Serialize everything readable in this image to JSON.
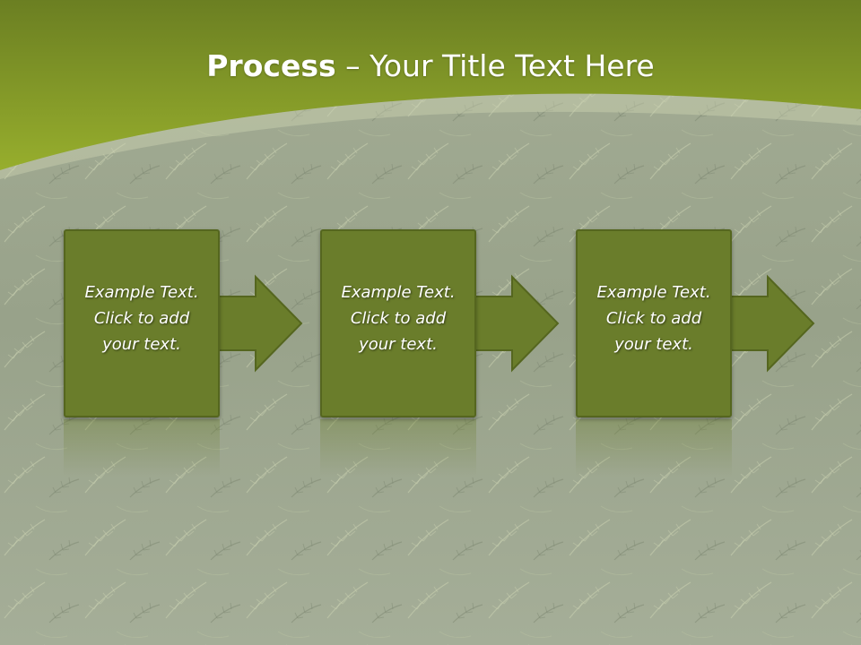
{
  "slide": {
    "title_bold": "Process",
    "title_rest": " – Your Title Text Here"
  },
  "steps": [
    {
      "line1": "Example Text.",
      "line2": "Click  to add",
      "line3": "your text."
    },
    {
      "line1": "Example Text.",
      "line2": "Click  to add",
      "line3": "your text."
    },
    {
      "line1": "Example Text.",
      "line2": "Click  to add",
      "line3": "your text."
    }
  ],
  "colors": {
    "header_top": "#6b7f22",
    "header_bottom": "#96ad2c",
    "box_fill": "#6a7d2b",
    "box_border": "#55661f",
    "background": "#9aa48c"
  },
  "background_image": "fern-foliage"
}
